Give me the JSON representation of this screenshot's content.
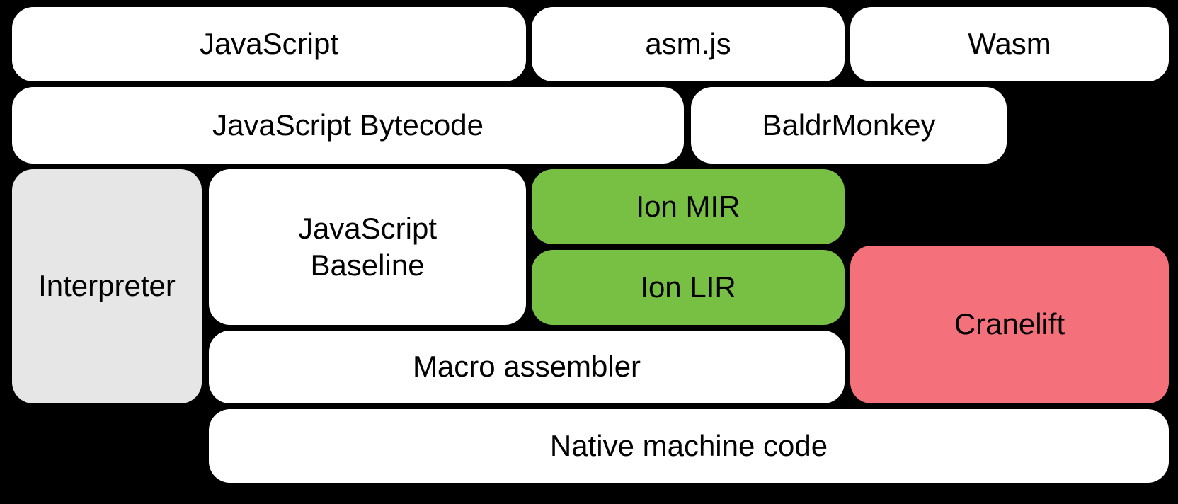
{
  "diagram": {
    "title": "JavaScript / Wasm compiler pipeline diagram",
    "background_color": "#000000",
    "text_color": "#000000",
    "colors": {
      "default_block": "#ffffff",
      "interpreter_gray": "#e6e6e6",
      "ion_green": "#77c043",
      "cranelift_pink": "#f4717c"
    },
    "blocks": {
      "javascript": {
        "label": "JavaScript",
        "color": "#ffffff"
      },
      "asmjs": {
        "label": "asm.js",
        "color": "#ffffff"
      },
      "wasm": {
        "label": "Wasm",
        "color": "#ffffff"
      },
      "bytecode": {
        "label": "JavaScript Bytecode",
        "color": "#ffffff"
      },
      "baldrmonkey": {
        "label": "BaldrMonkey",
        "color": "#ffffff"
      },
      "interpreter": {
        "label": "Interpreter",
        "color": "#e6e6e6"
      },
      "baseline": {
        "label": "JavaScript\nBaseline",
        "color": "#ffffff"
      },
      "ion_mir": {
        "label": "Ion MIR",
        "color": "#77c043"
      },
      "ion_lir": {
        "label": "Ion LIR",
        "color": "#77c043"
      },
      "cranelift": {
        "label": "Cranelift",
        "color": "#f4717c"
      },
      "macro_assembler": {
        "label": "Macro assembler",
        "color": "#ffffff"
      },
      "native_machine_code": {
        "label": "Native machine code",
        "color": "#ffffff"
      }
    }
  }
}
